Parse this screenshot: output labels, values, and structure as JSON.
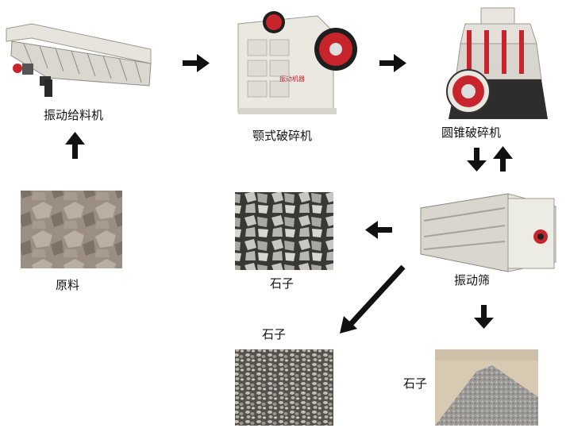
{
  "nodes": {
    "feeder": {
      "label": "振动给料机"
    },
    "jaw_crusher": {
      "label": "颚式破碎机",
      "plate_text": "振动机器"
    },
    "cone_crusher": {
      "label": "圆锥破碎机"
    },
    "screen": {
      "label": "振动筛"
    },
    "raw_material": {
      "label": "原料"
    },
    "stone_1": {
      "label": "石子"
    },
    "stone_2": {
      "label": "石子"
    },
    "stone_3": {
      "label": "石子"
    }
  },
  "colors": {
    "arrow": "#111111",
    "machine_body": "#e9e7df",
    "machine_red": "#c8242b"
  }
}
